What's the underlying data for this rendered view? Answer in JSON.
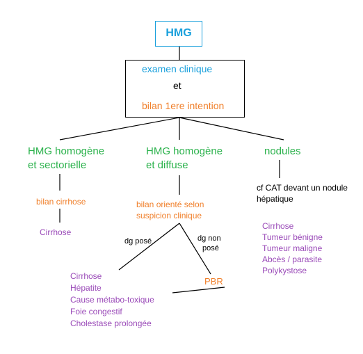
{
  "colors": {
    "title_text": "#1aa0dc",
    "title_border": "#1aa0dc",
    "exam_text": "#1aa0dc",
    "orange_text": "#f07f2a",
    "green_text": "#2bb24c",
    "purple_text": "#9a4ab8",
    "line": "#000000"
  },
  "root": {
    "title": "HMG"
  },
  "intro_box": {
    "line1": "examen clinique",
    "line2": "et",
    "line3": "bilan 1ere intention"
  },
  "branches": {
    "sectorielle": {
      "title": [
        "HMG homogène",
        "et sectorielle"
      ],
      "step": "bilan cirrhose",
      "result": "Cirrhose"
    },
    "diffuse": {
      "title": [
        "HMG homogène",
        "et diffuse"
      ],
      "step": [
        "bilan orienté selon",
        "suspicion clinique"
      ],
      "edge_posed": "dg posé",
      "edge_not_posed": [
        "dg non",
        "posé"
      ],
      "results": [
        "Cirrhose",
        "Hépatite",
        "Cause métabo-toxique",
        "Foie congestif",
        "Cholestase prolongée"
      ],
      "pbr": "PBR"
    },
    "nodules": {
      "title": "nodules",
      "step": [
        "cf CAT devant un nodule",
        "hépatique"
      ],
      "results": [
        "Cirrhose",
        "Tumeur bénigne",
        "Tumeur maligne",
        "Abcès / parasite",
        "Polykystose"
      ]
    }
  }
}
